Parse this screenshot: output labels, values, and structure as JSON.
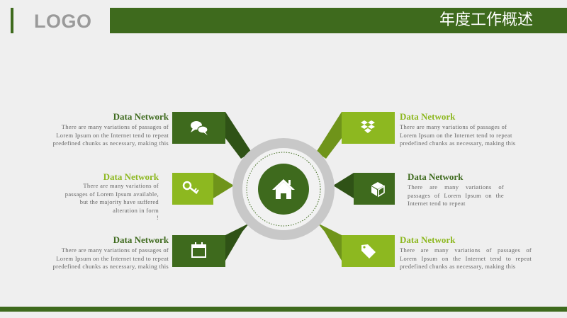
{
  "header": {
    "logo": "LOGO",
    "title": "年度工作概述"
  },
  "colors": {
    "dark_green": "#3e6a1d",
    "light_green": "#8db820",
    "background": "#efefef",
    "ring_gray": "#c8c8c8"
  },
  "center": {
    "icon": "home-icon"
  },
  "items": [
    {
      "title": "Data Network",
      "icon": "chat-bubbles-icon",
      "desc_lines": [
        "There are many variations of passages of",
        "Lorem Ipsum on the Internet tend to repeat",
        "predefined chunks as necessary, making this"
      ]
    },
    {
      "title": "Data Network",
      "icon": "key-icon",
      "desc_lines": [
        "There are many variations of",
        "passages of Lorem Ipsum available,",
        "but the majority have suffered",
        "alteration in form",
        "!"
      ]
    },
    {
      "title": "Data Network",
      "icon": "calendar-icon",
      "desc_lines": [
        "There are many variations of passages of",
        "Lorem Ipsum on the Internet tend to repeat",
        "predefined chunks as necessary, making this"
      ]
    },
    {
      "title": "Data Network",
      "icon": "dropbox-icon",
      "desc_lines": [
        "There are many variations of passages of",
        "Lorem Ipsum on the Internet tend to repeat",
        "predefined chunks as necessary, making this"
      ]
    },
    {
      "title": "Data Network",
      "icon": "cube-icon",
      "desc_lines": [
        "There are many variations of",
        "passages of Lorem Ipsum on the",
        "Internet tend to repeat"
      ]
    },
    {
      "title": "Data Network",
      "icon": "tag-icon",
      "desc_lines": [
        "There are many variations of passages of",
        "Lorem Ipsum on the Internet tend to repeat",
        "predefined chunks as necessary, making this"
      ]
    }
  ]
}
